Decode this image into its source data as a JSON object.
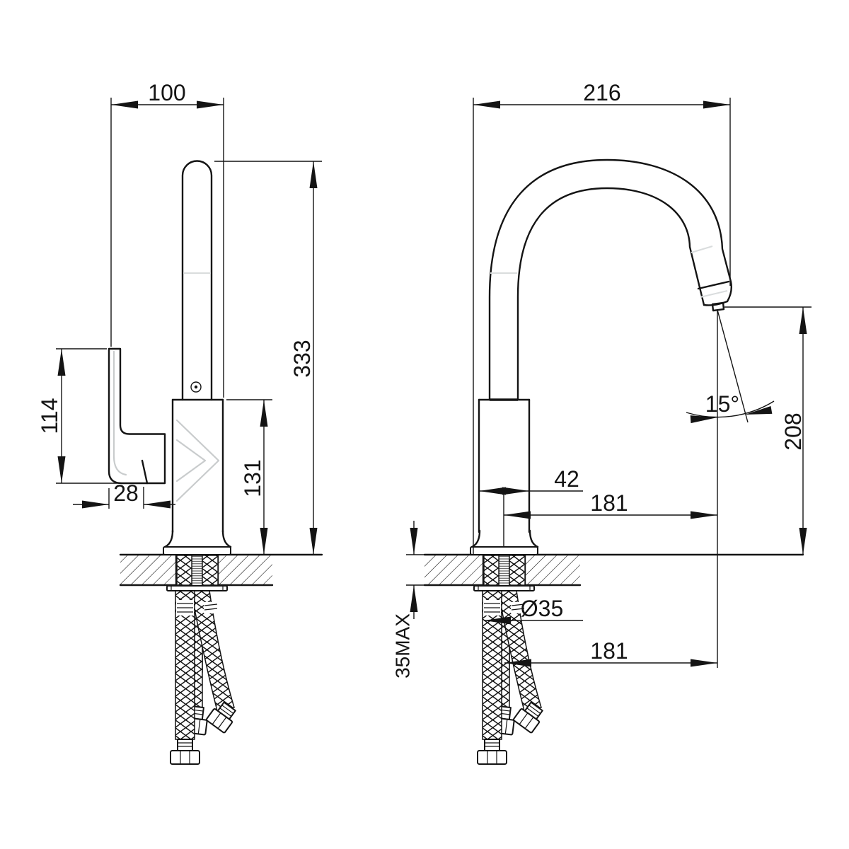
{
  "colors": {
    "line": "#141414",
    "construction_line": "#c9cccd",
    "background": "#ffffff"
  },
  "dims": {
    "width_front": "100",
    "handle_height": "114",
    "handle_offset": "28",
    "body_height": "131",
    "overall_height": "333",
    "spout_reach": "216",
    "body_width": "42",
    "reach_upper": "181",
    "hole_diameter": "Ø35",
    "deck_thickness_max": "35MAX",
    "reach_lower": "181",
    "outlet_height": "208",
    "outlet_angle": "15°"
  }
}
